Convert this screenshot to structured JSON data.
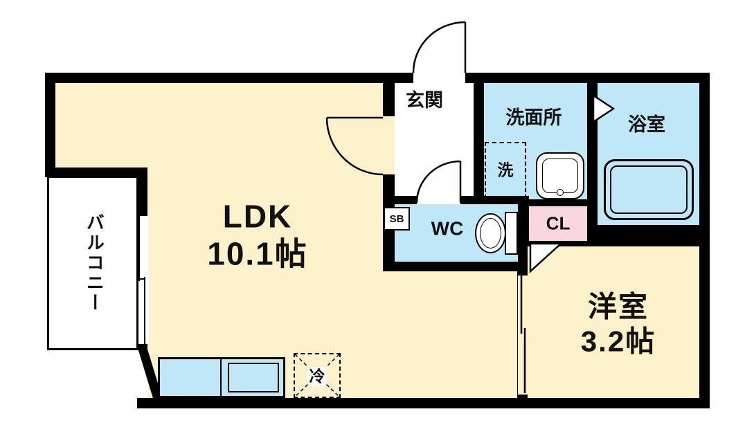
{
  "rooms": {
    "ldk": {
      "name": "LDK",
      "area": "10.1帖"
    },
    "western_room": {
      "name": "洋室",
      "area": "3.2帖"
    },
    "entrance": {
      "label": "玄関"
    },
    "washroom": {
      "label": "洗面所"
    },
    "bathroom": {
      "label": "浴室"
    },
    "toilet": {
      "label": "WC"
    },
    "closet": {
      "label": "CL"
    },
    "shoe_box": {
      "label": "SB"
    },
    "balcony": {
      "label": "バルコニー"
    }
  },
  "fixtures": {
    "washer": {
      "label": "洗"
    },
    "fridge": {
      "label": "冷"
    }
  },
  "colors": {
    "room_floor": "#FCF1CB",
    "wet_area": "#C0E7F7",
    "closet": "#F8D8DC",
    "wall": "#000000",
    "background": "#FFFFFF"
  }
}
